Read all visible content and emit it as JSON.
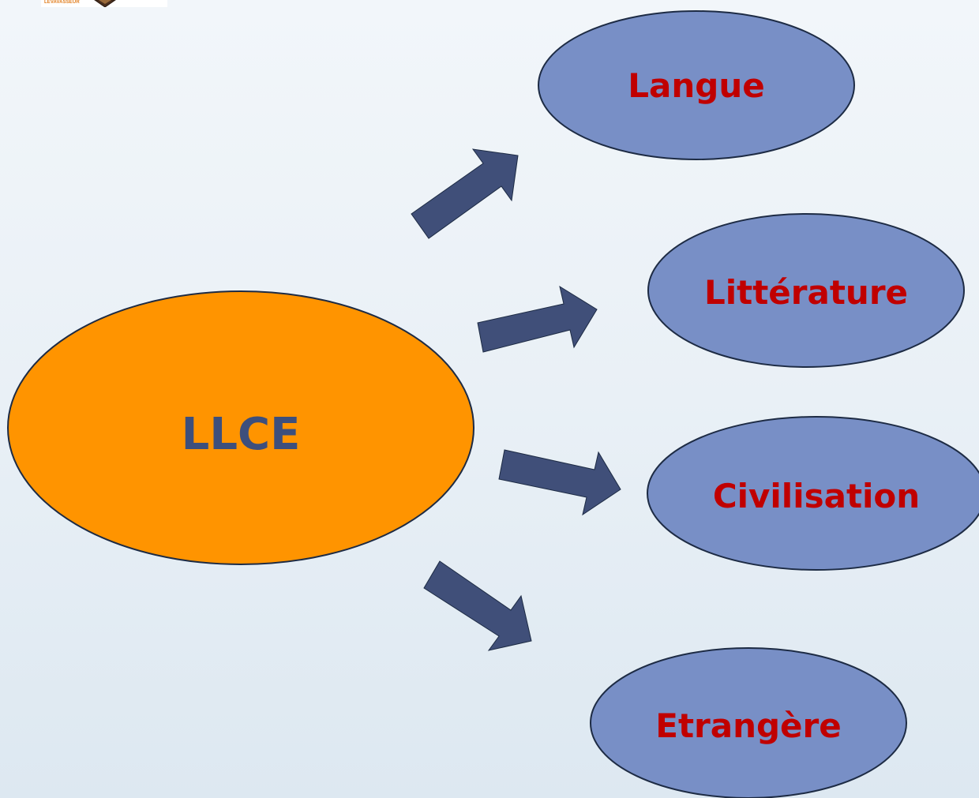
{
  "logo": {
    "text": "LEVAVASSEUR"
  },
  "colors": {
    "center_fill": "#ff9400",
    "center_text": "#3d4f7c",
    "leaf_fill": "#788fc6",
    "leaf_text": "#c00000",
    "arrow_fill": "#404f79",
    "outline": "#1d2b44"
  },
  "diagram": {
    "center": {
      "label": "LLCE"
    },
    "branches": [
      {
        "label": "Langue"
      },
      {
        "label": "Littérature"
      },
      {
        "label": "Civilisation"
      },
      {
        "label": "Etrangère"
      }
    ]
  }
}
